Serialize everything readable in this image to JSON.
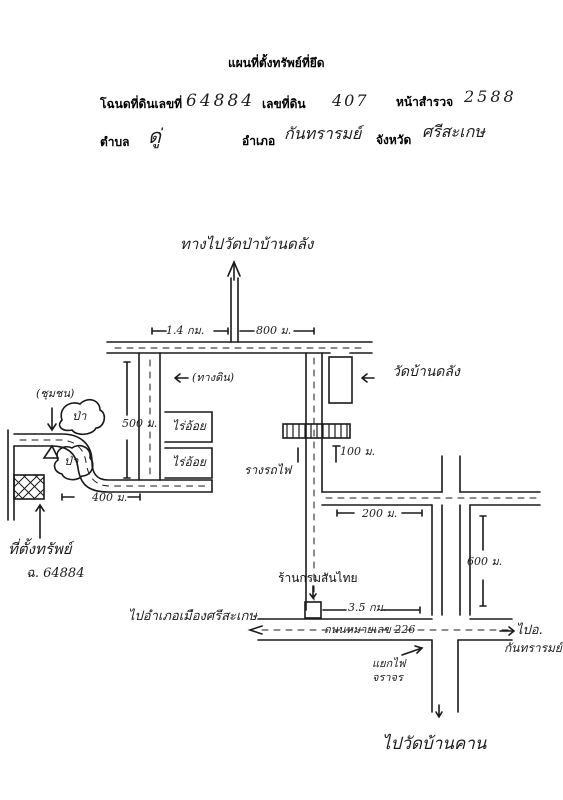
{
  "title": "แผนที่ตั้งทรัพย์ที่ยึด",
  "header": {
    "deed_label": "โฉนดที่ดินเลขที่",
    "deed_value": "64884",
    "land_no_label": "เลขที่ดิน",
    "land_no_value": "407",
    "survey_label": "หน้าสำรวจ",
    "survey_value": "2588",
    "subdistrict_label": "ตำบล",
    "subdistrict_value": "ดู่",
    "district_label": "อำเภอ",
    "district_value": "กันทรารมย์",
    "province_label": "จังหวัด",
    "province_value": "ศรีสะเกษ"
  },
  "labels": {
    "to_wat_north": "ทางไปวัดป่าบ้านดลัง",
    "dist_top_left": "1.4 กม.",
    "dist_top_right": "800 ม.",
    "dirt_road": "(ทางดิน)",
    "wat_ban_dlang": "วัดบ้านดลัง",
    "dist_500": "500 ม.",
    "rice_field_1": "ไร่อ้อย",
    "rice_field_2": "ไร่อ้อย",
    "forest_1": "ป่า",
    "forest_2": "ป่า",
    "village": "(ชุมชน)",
    "railway": "รางรถไฟ",
    "dist_100": "100 ม.",
    "dist_400": "400 ม.",
    "dist_200": "200 ม.",
    "dist_600": "600 ม.",
    "property": "ที่ตั้งทรัพย์",
    "property_deed": "ฉ. 64884",
    "shop": "ร้านกรมสันไทย",
    "dist_3_5": "3.5 กม.",
    "to_city_west": "ไปอำเภอเมืองศรีสะเกษ",
    "highway": "ถนนหมายเลข 226",
    "to_kanthararom_1": "ไปอ.",
    "to_kanthararom_2": "กันทรารมย์",
    "traffic_light_1": "แยกไฟ",
    "traffic_light_2": "จราจร",
    "to_wat_south": "ไปวัดบ้านคาน"
  }
}
